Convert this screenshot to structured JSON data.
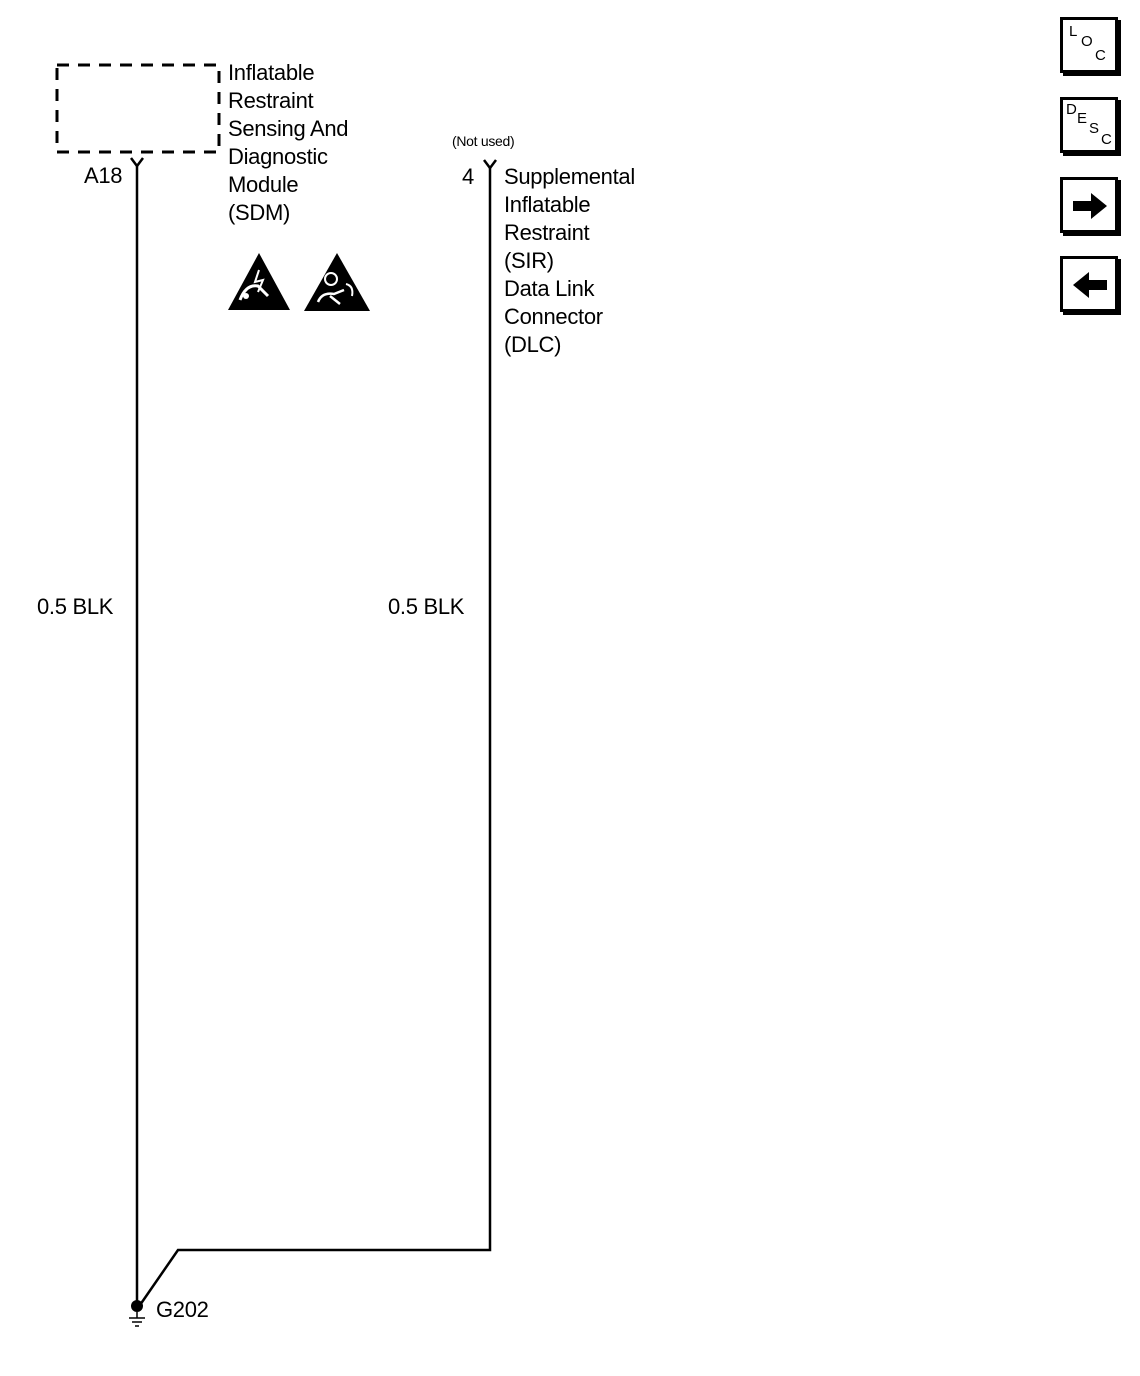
{
  "modules": {
    "sdm": {
      "name_lines": [
        "Inflatable",
        "Restraint",
        "Sensing And",
        "Diagnostic",
        "Module",
        "(SDM)"
      ],
      "pin": "A18"
    },
    "dlc": {
      "note": "(Not used)",
      "pin": "4",
      "name_lines": [
        "Supplemental",
        "Inflatable",
        "Restraint",
        "(SIR)",
        "Data Link",
        "Connector",
        "(DLC)"
      ]
    }
  },
  "wires": [
    {
      "label": "0.5 BLK"
    },
    {
      "label": "0.5 BLK"
    }
  ],
  "ground": {
    "label": "G202"
  },
  "warning_icons": [
    "esd-warning-icon",
    "sir-airbag-warning-icon"
  ],
  "nav_buttons": [
    {
      "name": "loc-button",
      "letters": [
        "L",
        "O",
        "C"
      ]
    },
    {
      "name": "desc-button",
      "letters": [
        "D",
        "E",
        "S",
        "C"
      ]
    },
    {
      "name": "next-button",
      "icon": "arrow-right-icon"
    },
    {
      "name": "back-button",
      "icon": "arrow-left-icon"
    }
  ]
}
